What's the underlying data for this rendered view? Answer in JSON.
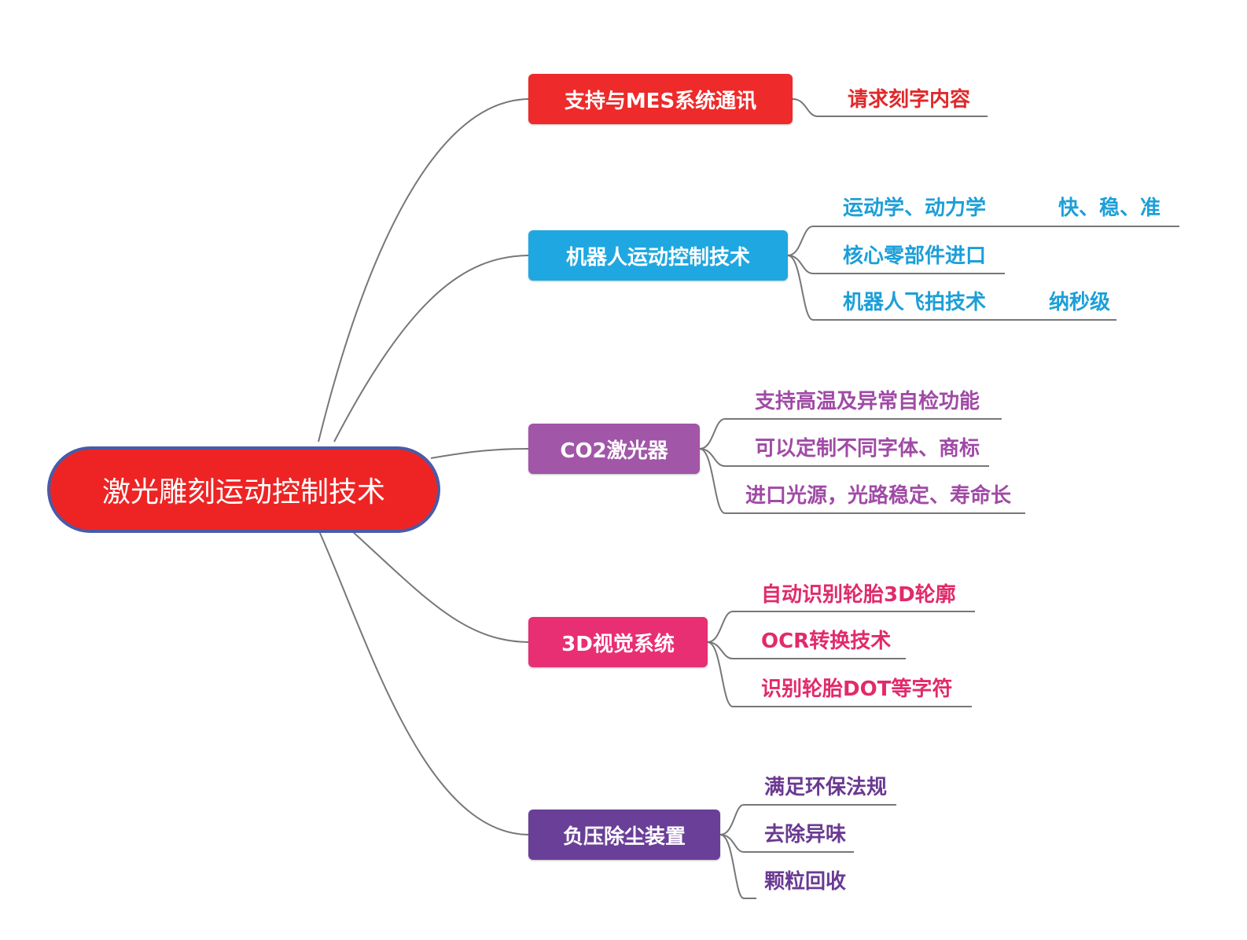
{
  "root": {
    "label": "激光雕刻运动控制技术"
  },
  "branches": [
    {
      "label": "支持与MES系统通讯",
      "color": "#ee2a2a",
      "leaves": [
        {
          "text": "请求刻字内容",
          "note": ""
        }
      ]
    },
    {
      "label": "机器人运动控制技术",
      "color": "#1fa7e1",
      "leaves": [
        {
          "text": "运动学、动力学",
          "note": "快、稳、准"
        },
        {
          "text": "核心零部件进口",
          "note": ""
        },
        {
          "text": "机器人飞拍技术",
          "note": "纳秒级"
        }
      ]
    },
    {
      "label": "CO2激光器",
      "color": "#a156a8",
      "leaves": [
        {
          "text": "支持高温及异常自检功能",
          "note": ""
        },
        {
          "text": "可以定制不同字体、商标",
          "note": ""
        },
        {
          "text": "进口光源，光路稳定、寿命长",
          "note": ""
        }
      ]
    },
    {
      "label": "3D视觉系统",
      "color": "#e82f74",
      "leaves": [
        {
          "text": "自动识别轮胎3D轮廓",
          "note": ""
        },
        {
          "text": "OCR转换技术",
          "note": ""
        },
        {
          "text": "识别轮胎DOT等字符",
          "note": ""
        }
      ]
    },
    {
      "label": "负压除尘装置",
      "color": "#6a3f98",
      "leaves": [
        {
          "text": "满足环保法规",
          "note": ""
        },
        {
          "text": "去除异味",
          "note": ""
        },
        {
          "text": "颗粒回收",
          "note": ""
        }
      ]
    }
  ],
  "colors": {
    "connector": "#777777",
    "leaf_text": [
      "#e0282a",
      "#1c9fd8",
      "#a04aa6",
      "#e12a6b",
      "#6a3a92"
    ]
  }
}
